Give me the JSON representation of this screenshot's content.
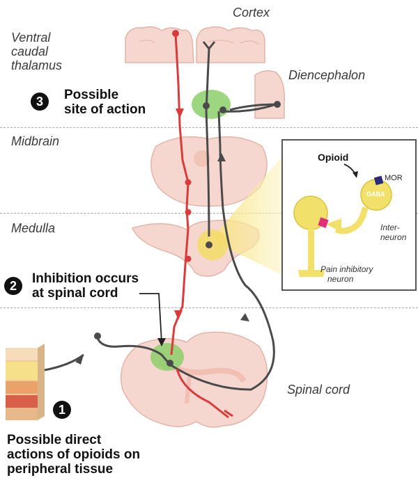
{
  "labels": {
    "cortex": "Cortex",
    "ventral_caudal_thalamus_1": "Ventral",
    "ventral_caudal_thalamus_2": "caudal",
    "ventral_caudal_thalamus_3": "thalamus",
    "diencephalon": "Diencephalon",
    "midbrain": "Midbrain",
    "medulla": "Medulla",
    "spinal_cord": "Spinal cord"
  },
  "callouts": {
    "site3_number": "3",
    "site3_line1": "Possible",
    "site3_line2": "site of action",
    "site2_number": "2",
    "site2_line1": "Inhibition occurs",
    "site2_line2": "at spinal cord",
    "site1_number": "1",
    "site1_line1": "Possible direct",
    "site1_line2": "actions of opioids on",
    "site1_line3": "peripheral tissue"
  },
  "inset": {
    "opioid": "Opioid",
    "mor": "MOR",
    "gaba": "GABA",
    "interneuron_1": "Inter-",
    "interneuron_2": "neuron",
    "pain_inhibitory_1": "Pain inhibitory",
    "pain_inhibitory_2": "neuron"
  },
  "colors": {
    "ascending_pathway": "#4a4a4a",
    "descending_pathway": "#d93a3a",
    "tissue": "#f6d7cf",
    "tissue_edge": "#e4b3a8",
    "site_highlight": "#8ccf6a",
    "inset_neuron": "#f1e06a",
    "mor_receptor": "#2b2b7a",
    "synapse_marker": "#e0307a"
  }
}
